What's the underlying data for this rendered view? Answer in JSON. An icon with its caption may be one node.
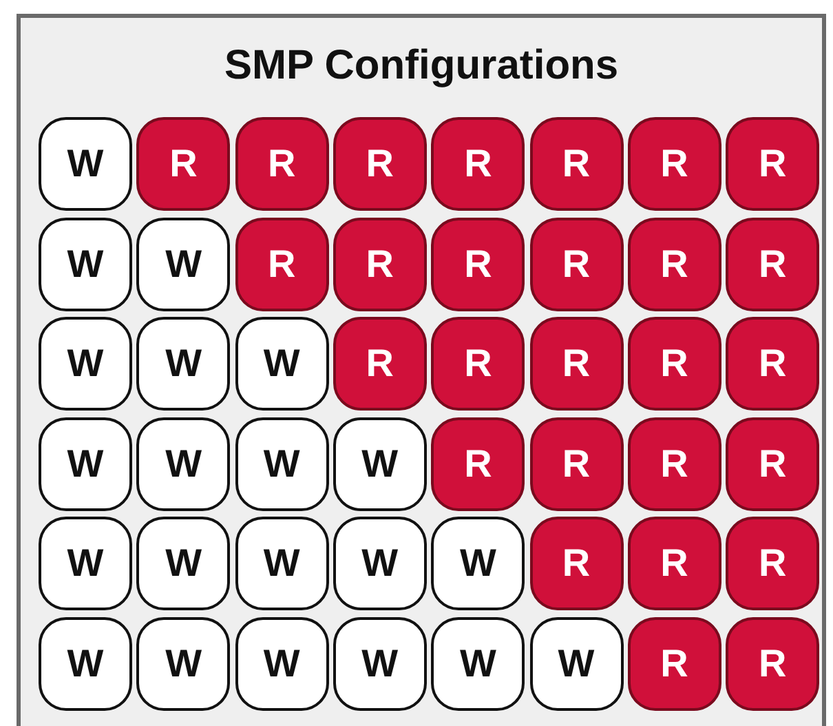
{
  "diagram": {
    "title": "SMP Configurations",
    "nodes": [
      {
        "text": [
          "W"
        ]
      },
      {
        "text": [
          "R"
        ]
      },
      {
        "text": [
          "R"
        ]
      },
      {
        "text": [
          "R"
        ]
      },
      {
        "text": [
          "R"
        ]
      },
      {
        "text": [
          "R"
        ]
      },
      {
        "text": [
          "R"
        ]
      },
      {
        "text": [
          "R"
        ]
      },
      {
        "text": [
          "W"
        ]
      },
      {
        "text": [
          "W"
        ]
      },
      {
        "text": [
          "R"
        ]
      },
      {
        "text": [
          "R"
        ]
      },
      {
        "text": [
          "R"
        ]
      },
      {
        "text": [
          "R"
        ]
      },
      {
        "text": [
          "R"
        ]
      },
      {
        "text": [
          "R"
        ]
      },
      {
        "text": [
          "W"
        ]
      },
      {
        "text": [
          "W"
        ]
      },
      {
        "text": [
          "W"
        ]
      },
      {
        "text": [
          "R"
        ]
      },
      {
        "text": [
          "R"
        ]
      },
      {
        "text": [
          "R"
        ]
      },
      {
        "text": [
          "R"
        ]
      },
      {
        "text": [
          "R"
        ]
      },
      {
        "text": [
          "W"
        ]
      },
      {
        "text": [
          "W"
        ]
      },
      {
        "text": [
          "W"
        ]
      },
      {
        "text": [
          "W"
        ]
      },
      {
        "text": [
          "R"
        ]
      },
      {
        "text": [
          "R"
        ]
      },
      {
        "text": [
          "R"
        ]
      },
      {
        "text": [
          "R"
        ]
      },
      {
        "text": [
          "W"
        ]
      },
      {
        "text": [
          "W"
        ]
      },
      {
        "text": [
          "W"
        ]
      },
      {
        "text": [
          "W"
        ]
      },
      {
        "text": [
          "W"
        ]
      },
      {
        "text": [
          "R"
        ]
      },
      {
        "text": [
          "R"
        ]
      },
      {
        "text": [
          "R"
        ]
      },
      {
        "text": [
          "W"
        ]
      },
      {
        "text": [
          "W"
        ]
      },
      {
        "text": [
          "W"
        ]
      },
      {
        "text": [
          "W"
        ]
      },
      {
        "text": [
          "W"
        ]
      },
      {
        "text": [
          "W"
        ]
      },
      {
        "text": [
          "R"
        ]
      },
      {
        "text": [
          "R"
        ]
      }
    ]
  }
}
